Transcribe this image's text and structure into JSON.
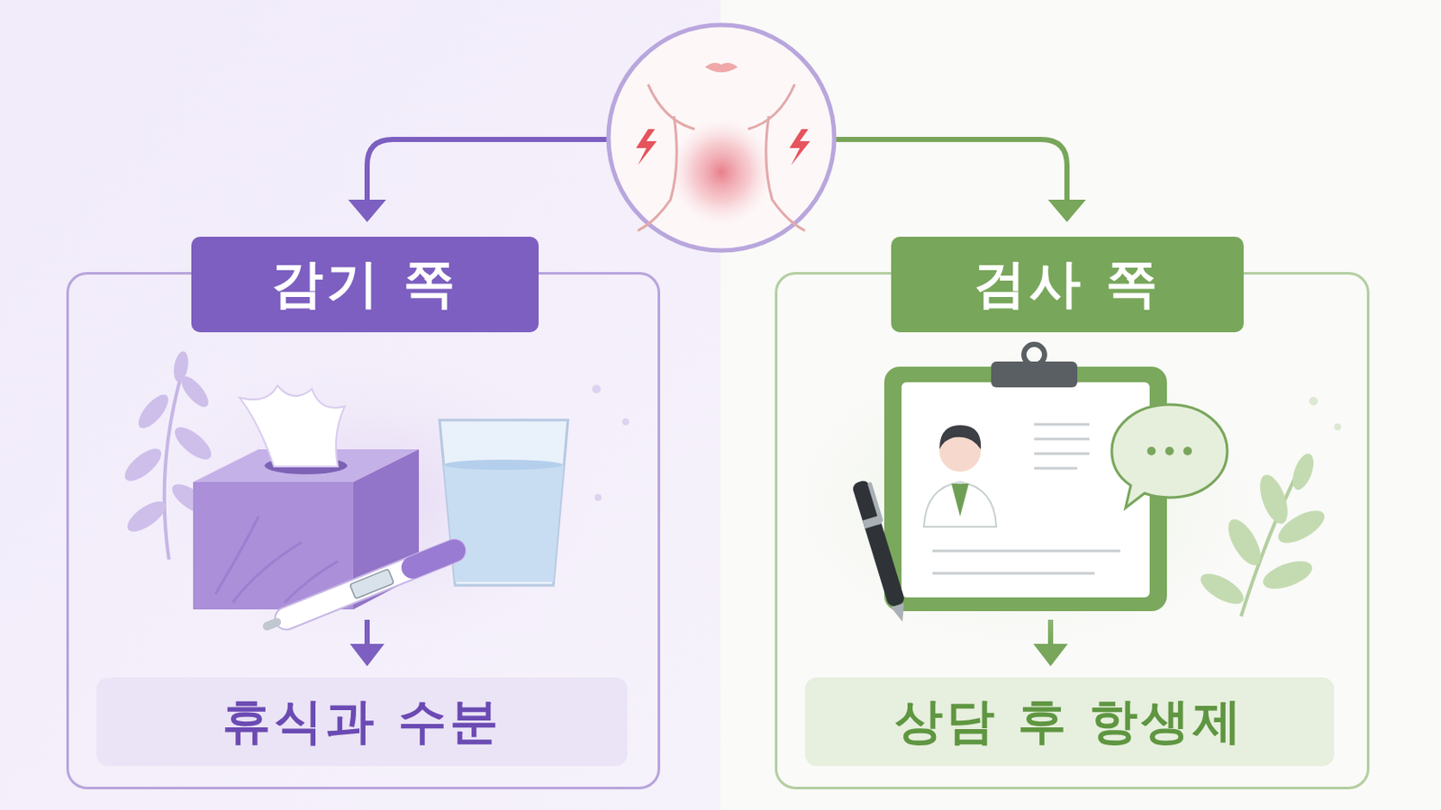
{
  "diagram": {
    "nodes": [
      {
        "text": [
          "감기 쪽"
        ]
      },
      {
        "text": [
          "휴식과 수분"
        ],
        "in": 0
      },
      {
        "text": [
          "검사 쪽"
        ]
      },
      {
        "text": [
          "상담 후 항생제"
        ],
        "in": 2
      }
    ]
  }
}
